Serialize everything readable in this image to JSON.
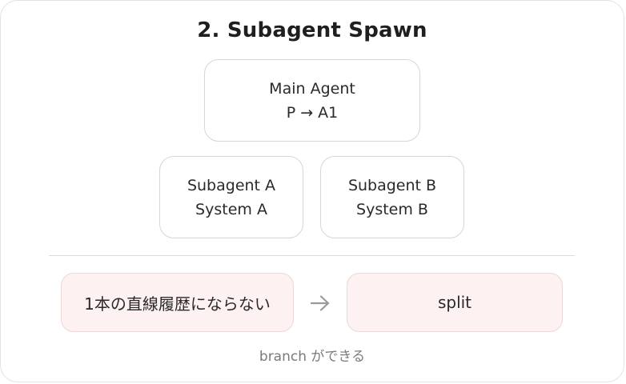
{
  "title": "2. Subagent Spawn",
  "nodes": {
    "main": {
      "line1": "Main Agent",
      "line2": "P → A1"
    },
    "sub_a": {
      "line1": "Subagent A",
      "line2": "System A"
    },
    "sub_b": {
      "line1": "Subagent B",
      "line2": "System B"
    }
  },
  "flow": {
    "left_label": "1本の直線履歴にならない",
    "right_label": "split",
    "arrow_icon": "arrow-right-icon"
  },
  "caption": "branch ができる",
  "colors": {
    "pill_background": "#fdf1f1",
    "pill_border": "#ecd8d8",
    "node_border": "#d6d6d6",
    "caption_text": "#7a7a7a"
  }
}
